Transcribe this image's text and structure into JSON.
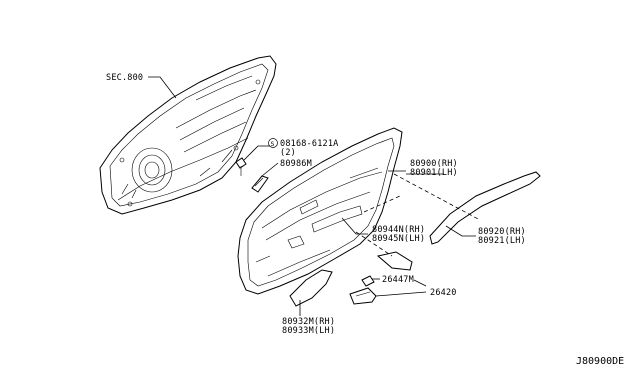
{
  "callouts": {
    "sec800": "SEC.800",
    "bolt_code": "08168-6121A",
    "bolt_qty": "(2)",
    "p80986m": "80986M",
    "p80900_rh": "80900(RH)",
    "p80901_lh": "80901(LH)",
    "p80944n_rh": "80944N(RH)",
    "p80945n_lh": "80945N(LH)",
    "p80920_rh": "80920(RH)",
    "p80921_lh": "80921(LH)",
    "p26447m": "26447M",
    "p26420": "26420",
    "p80932m_rh": "80932M(RH)",
    "p80933m_lh": "80933M(LH)"
  },
  "diagram_ref": "J80900DE",
  "bolt_symbol": "S"
}
